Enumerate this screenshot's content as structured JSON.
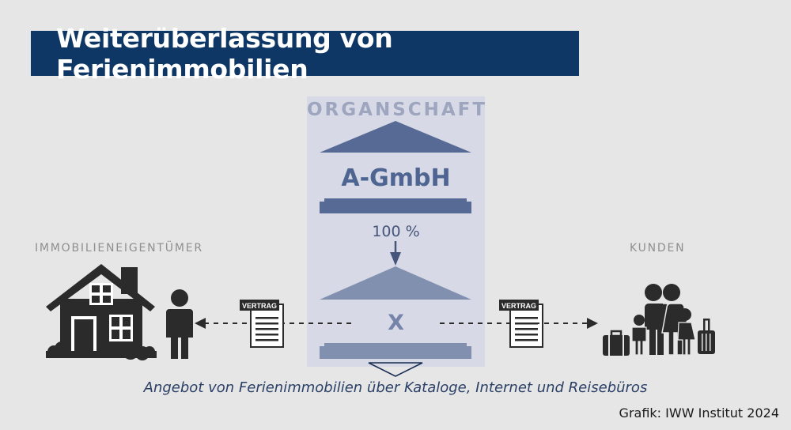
{
  "title": "Weiterüberlassung von Ferienimmobilien",
  "organschaft": {
    "label": "ORGANSCHAFT",
    "parent_company": "A-GmbH",
    "ownership": "100 %",
    "subsidiary": "X"
  },
  "owner_label": "IMMOBILIENEIGENTÜMER",
  "customer_label": "KUNDEN",
  "contract_label": "VERTRAG",
  "caption": "Angebot von Ferienimmobilien über Kataloge, Internet und Reisebüros",
  "credit": "Grafik: IWW Institut 2024",
  "colors": {
    "banner": "#0f3766",
    "box": "#d7dae6",
    "parent": "#566a95",
    "subsidiary": "#8290b0",
    "icons": "#2b2b2b"
  }
}
